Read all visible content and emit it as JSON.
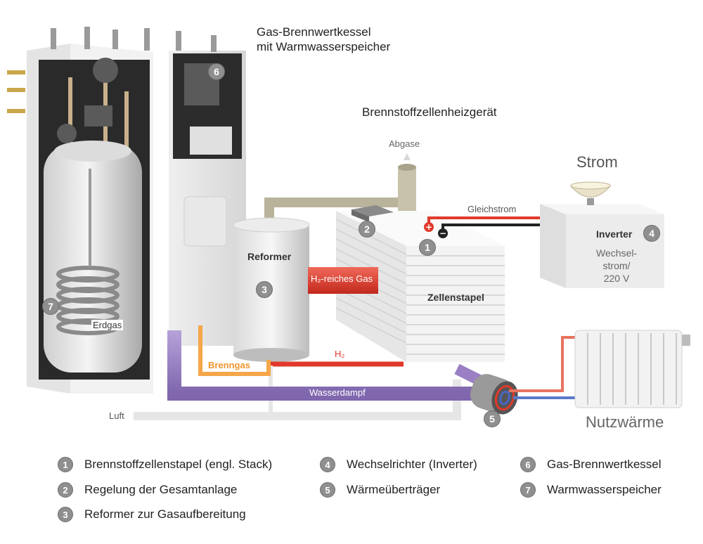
{
  "titles": {
    "boiler_line1": "Gas-Brennwertkessel",
    "boiler_line2": "mit Warmwasserspeicher",
    "fuelcell": "Brennstoffzellenheizgerät"
  },
  "labels": {
    "abgase": "Abgase",
    "strom": "Strom",
    "gleichstrom": "Gleichstrom",
    "inverter": "Inverter",
    "wechselstrom_1": "Wechsel-",
    "wechselstrom_2": "strom/",
    "wechselstrom_3": "220 V",
    "reformer": "Reformer",
    "h2_reiches_gas": "H₂-reiches Gas",
    "zellenstapel": "Zellenstapel",
    "erdgas": "Erdgas",
    "brenngas": "Brenngas",
    "h2": "H₂",
    "wasserdampf": "Wasserdampf",
    "luft": "Luft",
    "nutzwaerme": "Nutzwärme"
  },
  "badges": {
    "b1": "1",
    "b2": "2",
    "b3": "3",
    "b4": "4",
    "b5": "5",
    "b6": "6",
    "b7": "7"
  },
  "legend": [
    {
      "num": "1",
      "text": "Brennstoffzellenstapel (engl. Stack)"
    },
    {
      "num": "2",
      "text": "Regelung der Gesamtanlage"
    },
    {
      "num": "3",
      "text": "Reformer zur Gasaufbereitung"
    },
    {
      "num": "4",
      "text": "Wechselrichter (Inverter)"
    },
    {
      "num": "5",
      "text": "Wärmeüberträger"
    },
    {
      "num": "6",
      "text": "Gas-Brennwertkessel"
    },
    {
      "num": "7",
      "text": "Warmwasserspeicher"
    }
  ],
  "colors": {
    "gas_orange": "#f5a64a",
    "h2_red": "#e0392b",
    "steam_purple": "#9a7fc4",
    "air_gray": "#e2e2e2",
    "exhaust_gray": "#b9b39c",
    "badge_gray": "#8f8f8f"
  }
}
